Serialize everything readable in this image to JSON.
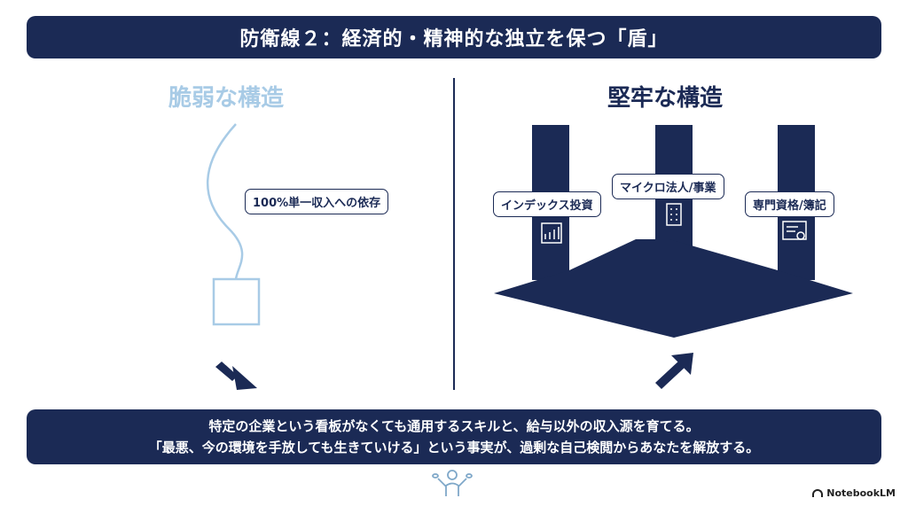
{
  "title": "防衛線２：経済的・精神的な独立を保つ「盾」",
  "left": {
    "heading": "脆弱な構造",
    "dependency_label": "100%単一収入への依存"
  },
  "right": {
    "heading": "堅牢な構造",
    "pillars": [
      {
        "label": "インデックス投資",
        "icon": "bar-chart-icon"
      },
      {
        "label": "マイクロ法人/事業",
        "icon": "office-building-icon"
      },
      {
        "label": "専門資格/簿記",
        "icon": "certificate-icon"
      }
    ]
  },
  "bottom": {
    "line1": "特定の企業という看板がなくても通用するスキルと、給与以外の収入源を育てる。",
    "line2": "「最悪、今の環境を手放しても生きていける」という事実が、過剰な自己検閲からあなたを解放する。"
  },
  "brand": "NotebookLM",
  "colors": {
    "navy": "#1b2a55",
    "light_blue": "#a8cbe6",
    "white": "#ffffff"
  }
}
